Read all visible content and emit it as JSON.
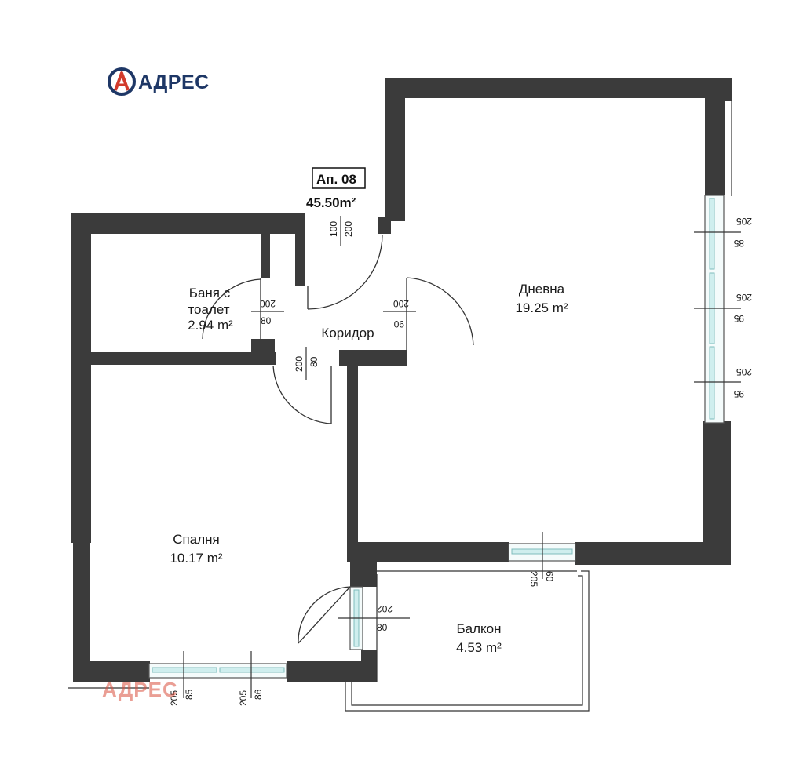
{
  "brand": {
    "logo_icon": "a-letter-circle-logo",
    "name": "АДРЕС",
    "color_primary": "#1e3766",
    "color_accent": "#d23a2b"
  },
  "apartment": {
    "label": "Ап. 08",
    "area": "45.50m²"
  },
  "rooms": {
    "bath_line1": "Баня с",
    "bath_line2": "тоалет",
    "bath_area": "2.94 m²",
    "corridor": "Коридор",
    "living": "Дневна",
    "living_area": "19.25 m²",
    "bedroom": "Спалня",
    "bedroom_area": "10.17 m²",
    "balcony": "Балкон",
    "balcony_area": "4.53 m²"
  },
  "dimensions": {
    "entry_a": "100",
    "entry_b": "200",
    "bath_door_a": "200",
    "bath_door_b": "80",
    "living_door_a": "200",
    "living_door_b": "90",
    "bed_door_a": "200",
    "bed_door_b": "80",
    "win1_a": "205",
    "win1_b": "85",
    "win2_a": "205",
    "win2_b": "95",
    "win3_a": "205",
    "win3_b": "95",
    "bal_win_a": "205",
    "bal_win_b": "60",
    "bal_door_a": "202",
    "bal_door_b": "80",
    "bed_win1_a": "205",
    "bed_win1_b": "85",
    "bed_win2_a": "205",
    "bed_win2_b": "86"
  },
  "watermark": "АДРЕС"
}
